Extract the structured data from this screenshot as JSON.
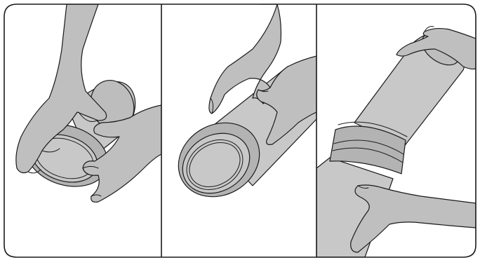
{
  "figure": {
    "panel_count": 3,
    "panels": [
      {
        "step": 1,
        "depicts": "hands-fitting-seal-ring-onto-pipe-end"
      },
      {
        "step": 2,
        "depicts": "hands-holding-pipe-with-seal-ring-fitted"
      },
      {
        "step": 3,
        "depicts": "hands-pushing-pipe-into-socket"
      }
    ],
    "colors": {
      "frame": "#1a1a1a",
      "background": "#ffffff",
      "hand_fill": "#bfbfbf",
      "pipe_fill": "#c8c8c8",
      "pipe_shade": "#a9a9a9",
      "ring_fill": "#b3b3b3"
    }
  }
}
